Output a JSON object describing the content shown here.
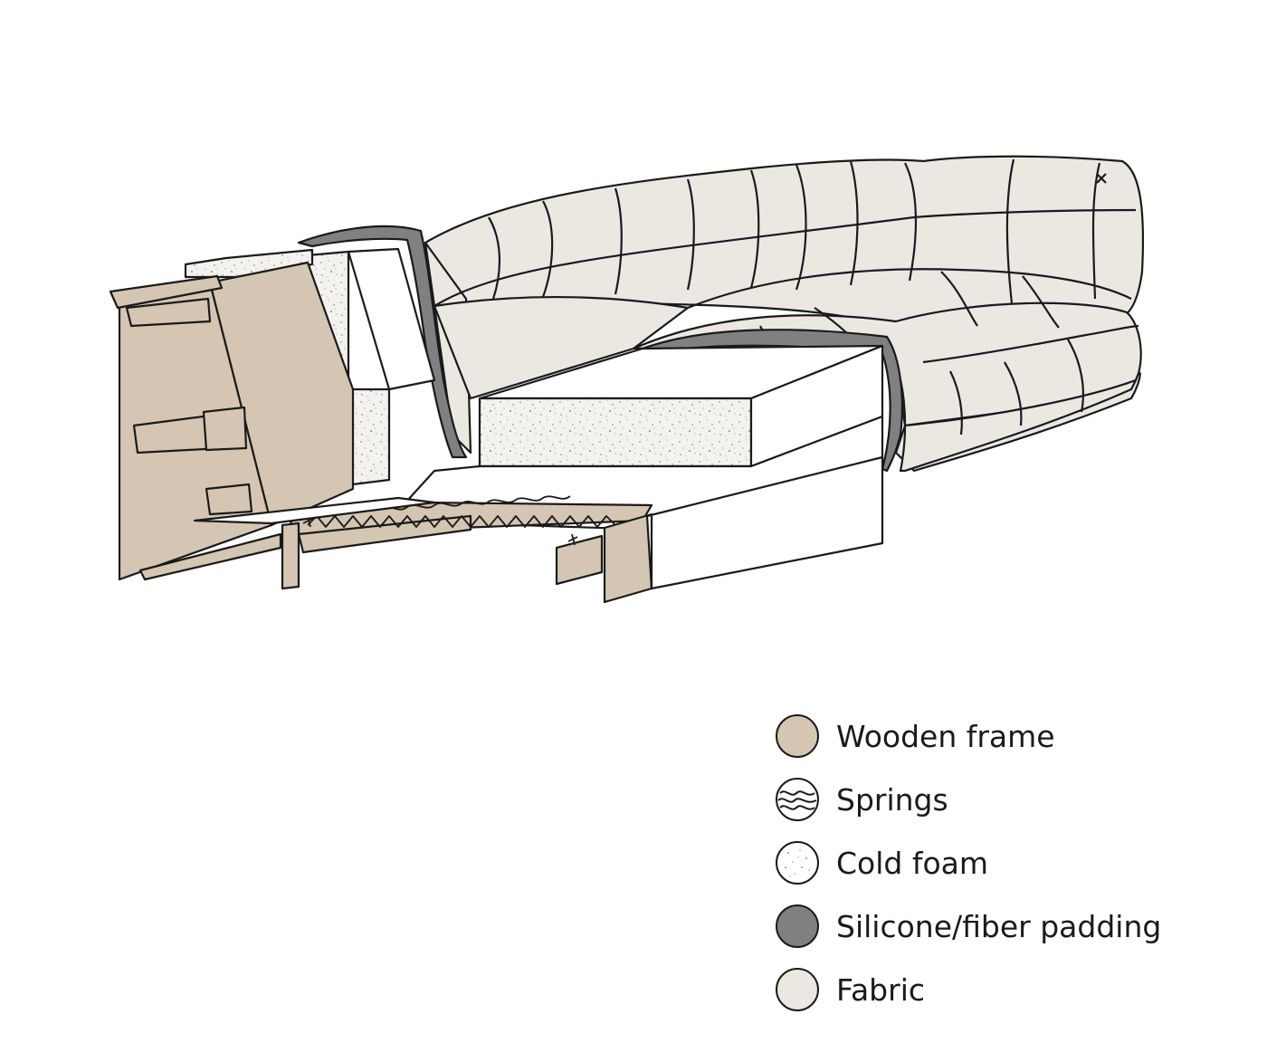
{
  "legend": {
    "items": [
      {
        "id": "wood",
        "label": "Wooden frame",
        "color": "#d4c6b3",
        "icon": "wood-swatch-icon"
      },
      {
        "id": "springs",
        "label": "Springs",
        "color": "#ffffff",
        "icon": "springs-swatch-icon"
      },
      {
        "id": "foam",
        "label": "Cold foam",
        "color": "#ffffff",
        "icon": "foam-swatch-icon"
      },
      {
        "id": "padding",
        "label": "Silicone/fiber padding",
        "color": "#808080",
        "icon": "padding-swatch-icon"
      },
      {
        "id": "fabric",
        "label": "Fabric",
        "color": "#ebe8e2",
        "icon": "fabric-swatch-icon"
      }
    ]
  },
  "colors": {
    "wood": "#d4c6b3",
    "fabric": "#ebe8e2",
    "padding": "#808080",
    "foam": "#f3f2ee",
    "outline": "#1a1a1a"
  }
}
